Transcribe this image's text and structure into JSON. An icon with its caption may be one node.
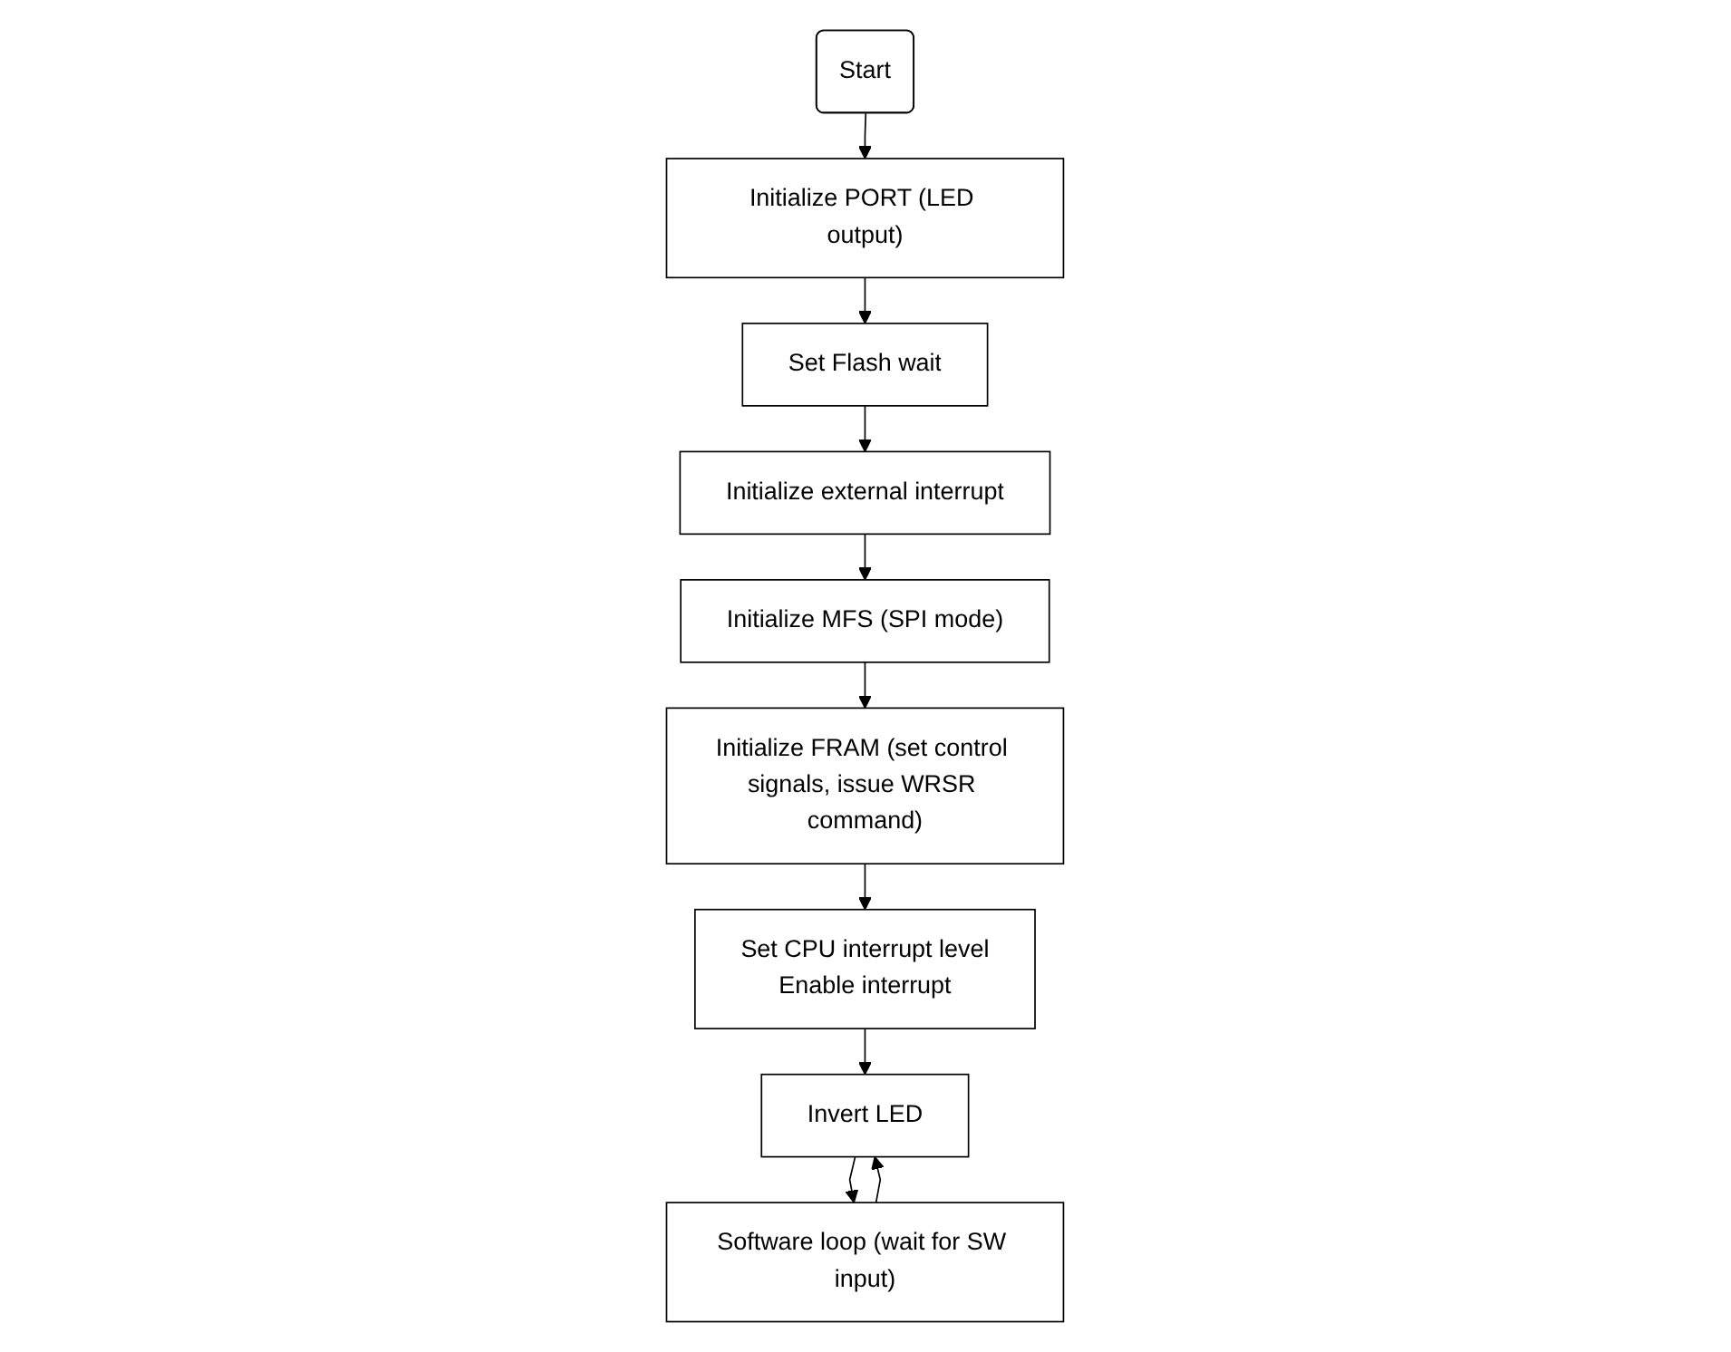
{
  "diagram": {
    "nodes": [
      {
        "text": [
          "Start"
        ]
      },
      {
        "text": [
          "Initialize PORT (LED output)"
        ]
      },
      {
        "text": [
          "Set Flash wait"
        ]
      },
      {
        "text": [
          "Initialize external interrupt"
        ]
      },
      {
        "text": [
          "Initialize MFS (SPI mode)"
        ]
      },
      {
        "text": [
          "Initialize FRAM (set control signals, issue WRSR command)"
        ]
      },
      {
        "text": [
          "Set CPU interrupt level",
          "Enable interrupt"
        ]
      },
      {
        "text": [
          "Invert LED"
        ]
      },
      {
        "text": [
          "Software loop (wait for SW input)"
        ]
      }
    ],
    "edges": [
      {
        "from": 0,
        "to": 1,
        "arrow": "to"
      },
      {
        "from": 1,
        "to": 2,
        "arrow": "to"
      },
      {
        "from": 2,
        "to": 3,
        "arrow": "to"
      },
      {
        "from": 3,
        "to": 4,
        "arrow": "to"
      },
      {
        "from": 4,
        "to": 5,
        "arrow": "to"
      },
      {
        "from": 5,
        "to": 6,
        "arrow": "to"
      },
      {
        "from": 6,
        "to": 7,
        "arrow": "to"
      },
      {
        "from": 7,
        "to": 8,
        "arrow": "to"
      },
      {
        "from": 8,
        "to": 7,
        "arrow": "to"
      }
    ]
  }
}
